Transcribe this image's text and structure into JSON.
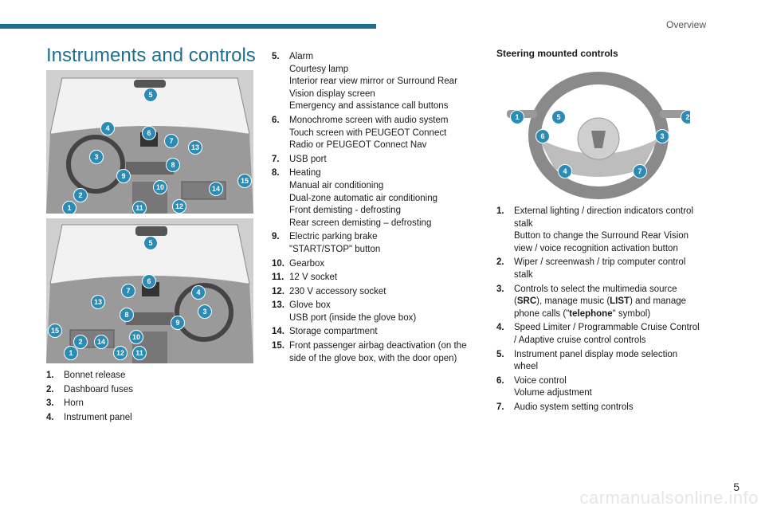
{
  "header": {
    "section": "Overview",
    "title": "Instruments and controls"
  },
  "figures": {
    "dash_top_badges": [
      "5",
      "4",
      "6",
      "7",
      "13",
      "3",
      "8",
      "9",
      "10",
      "15",
      "14",
      "2",
      "1",
      "11",
      "12"
    ],
    "dash_bottom_badges": [
      "5",
      "6",
      "7",
      "4",
      "13",
      "3",
      "8",
      "9",
      "15",
      "10",
      "1",
      "2",
      "14",
      "12",
      "11"
    ],
    "wheel_badges": [
      "1",
      "5",
      "2",
      "6",
      "3",
      "4",
      "7"
    ]
  },
  "list_a": [
    {
      "num": "1.",
      "lines": [
        "Bonnet release"
      ]
    },
    {
      "num": "2.",
      "lines": [
        "Dashboard fuses"
      ]
    },
    {
      "num": "3.",
      "lines": [
        "Horn"
      ]
    },
    {
      "num": "4.",
      "lines": [
        "Instrument panel"
      ]
    }
  ],
  "list_b": [
    {
      "num": "5.",
      "lines": [
        "Alarm",
        "Courtesy lamp",
        "Interior rear view mirror or Surround Rear",
        "Vision display screen",
        "Emergency and assistance call buttons"
      ]
    },
    {
      "num": "6.",
      "lines": [
        "Monochrome screen with audio system",
        "Touch screen with PEUGEOT Connect",
        "Radio or PEUGEOT Connect Nav"
      ]
    },
    {
      "num": "7.",
      "lines": [
        "USB port"
      ]
    },
    {
      "num": "8.",
      "lines": [
        "Heating",
        "Manual air conditioning",
        "Dual-zone automatic air conditioning",
        "Front demisting - defrosting",
        "Rear screen demisting – defrosting"
      ]
    },
    {
      "num": "9.",
      "lines": [
        "Electric parking brake",
        "\"START/STOP\" button"
      ]
    },
    {
      "num": "10.",
      "lines": [
        "Gearbox"
      ]
    },
    {
      "num": "11.",
      "lines": [
        "12 V socket"
      ]
    },
    {
      "num": "12.",
      "lines": [
        "230 V accessory socket"
      ]
    },
    {
      "num": "13.",
      "lines": [
        "Glove box",
        "USB port (inside the glove box)"
      ]
    },
    {
      "num": "14.",
      "lines": [
        "Storage compartment"
      ]
    },
    {
      "num": "15.",
      "lines": [
        "Front passenger airbag deactivation (on the",
        "side of the glove box, with the door open)"
      ]
    }
  ],
  "steering": {
    "title": "Steering mounted controls",
    "items": [
      {
        "num": "1.",
        "lines": [
          "External lighting / direction indicators control",
          "stalk",
          "Button to change the Surround Rear Vision",
          "view / voice recognition activation button"
        ]
      },
      {
        "num": "2.",
        "lines": [
          "Wiper / screenwash / trip computer control",
          "stalk"
        ]
      },
      {
        "num": "3.",
        "parts": [
          {
            "t": "Controls to select the multimedia source"
          },
          {
            "t": "("
          },
          {
            "t": "SRC",
            "b": true
          },
          {
            "t": "), manage music ("
          },
          {
            "t": "LIST",
            "b": true
          },
          {
            "t": ") and manage"
          },
          {
            "t": "phone calls (\""
          },
          {
            "t": "telephone",
            "b": true
          },
          {
            "t": "\" symbol)"
          }
        ],
        "breaks": [
          1,
          6
        ]
      },
      {
        "num": "4.",
        "lines": [
          "Speed Limiter / Programmable Cruise Control",
          "/ Adaptive cruise control controls"
        ]
      },
      {
        "num": "5.",
        "lines": [
          "Instrument panel display mode selection",
          "wheel"
        ]
      },
      {
        "num": "6.",
        "lines": [
          "Voice control",
          "Volume adjustment"
        ]
      },
      {
        "num": "7.",
        "lines": [
          "Audio system setting controls"
        ]
      }
    ]
  },
  "footer": {
    "page": "5",
    "watermark": "carmanualsonline.info"
  },
  "colors": {
    "accent": "#1d6f8f",
    "badge": "#2a8bb5"
  }
}
